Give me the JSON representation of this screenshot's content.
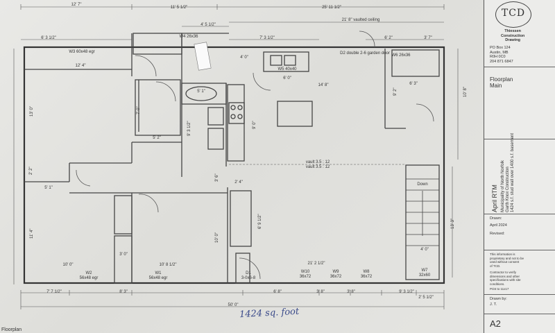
{
  "dimensions": {
    "top_1": "12' 7\"",
    "top_2": "11' 5 1/2\"",
    "top_3": "25' 11 1/2\"",
    "top_4": "4' 5 1/2\"",
    "vaulted": "21' 8\" vaulted ceiling",
    "d_6_3": "6' 3 1/2\"",
    "d_7_3": "7' 3 1/2\"",
    "d_6_2": "6' 2\"",
    "d_3_7": "3' 7\"",
    "d_12_4": "12' 4\"",
    "d_4_0a": "4' 0\"",
    "d_6_0": "6' 0\"",
    "d_14_8": "14' 8\"",
    "d_6_3b": "6' 3\"",
    "d_5_1a": "5' 1\"",
    "d_5_2": "5' 2\"",
    "d_9_3": "9' 3 1/2\"",
    "d_9_2": "9' 2\"",
    "d_10_8a": "10' 8\"",
    "d_13_0": "13' 0\"",
    "d_7_0": "7' 0\"",
    "d_9_0": "9' 0\"",
    "d_2_2": "2' 2\"",
    "d_5_1b": "5' 1\"",
    "d_2_4": "2' 4\"",
    "d_3_6": "3' 6\"",
    "d_11_4": "11' 4\"",
    "d_10_0v": "10' 0\"",
    "d_6_9": "6' 9 1/2\"",
    "d_13_3": "13' 3\"",
    "d_4_0b": "4' 0\"",
    "d_3_0": "3' 0\"",
    "d_10_0": "10' 0\"",
    "d_10_8b": "10' 8 1/2\"",
    "d_21_2": "21' 2 1/2\"",
    "d_7_7": "7' 7 1/2\"",
    "d_8_3": "8' 3\"",
    "d_6_8": "6' 8\"",
    "d_3_8a": "3' 8\"",
    "d_3_8b": "3' 8\"",
    "d_9_3b": "9' 3 1/2\"",
    "d_2_5": "2' 5 1/2\"",
    "d_50_0": "50' 0\""
  },
  "windows": {
    "w3": "W3\n60x48 egr",
    "w4": "W4\n26x36",
    "w5": "W5\n40x40",
    "w6": "W6\n26x36",
    "w2": "W2\n56x48 egr",
    "w1": "W1\n56x48 egr",
    "w10": "W10\n36x72",
    "w9": "W9\n36x72",
    "w8": "W8\n36x72",
    "w7": "W7\n32x60"
  },
  "doors": {
    "d2": "D2\ndouble 2-6\ngarden door",
    "d1": "D1\n3-0x6-8"
  },
  "notes": {
    "vault_a": "vault 3.5 : 12",
    "vault_b": "vault 3.5 : 12",
    "down": "Down",
    "handwritten": "1424 sq. foot",
    "bottom_left": "Floorplan"
  },
  "title_block": {
    "logo": "TCD",
    "company": "Thiessen\nConstruction\nDrawing",
    "address": "PO Box 124\nAustin, MB\nR0H 0C0\n204 871 6847",
    "sheet_title": "Floorplan\nMain",
    "project": "April RTM",
    "project_lines": "Municipality of North Norfolk\nGarth Knox Construction\n1424 s.f. stud wall over 1400 s.f. basement",
    "drawn_label": "Drawn:",
    "drawn_date": "April 2024",
    "revised_label": "Revised:",
    "disclaimer": "This information is\nproprietary and not to be\nused without consent\nof TCD.",
    "contractor_note": "Contractor to verify\ndimensions and other\nspecifications with site\nconditions.",
    "print_note": "Print to 11x17",
    "drawn_by_label": "Drawn by:",
    "drawn_by": "J. T.",
    "sheet_number": "A2"
  }
}
